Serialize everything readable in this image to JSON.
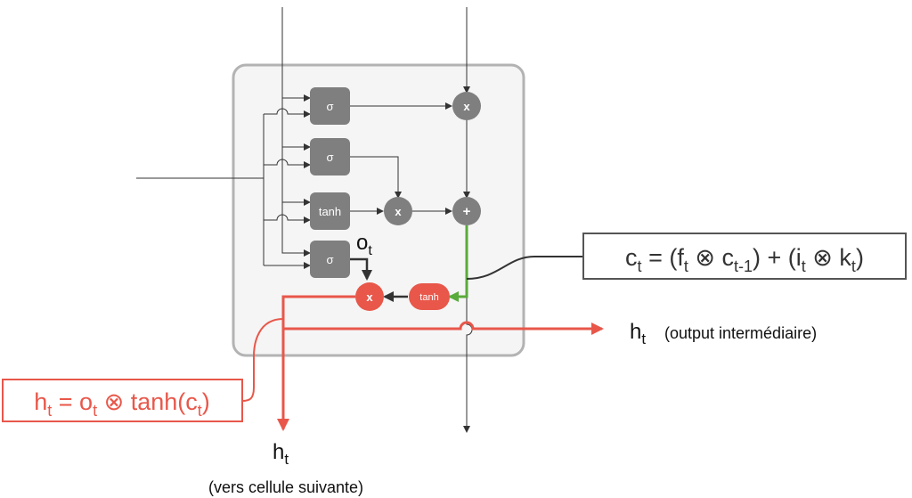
{
  "gates": {
    "forget": "σ",
    "input": "σ",
    "candidate": "tanh",
    "output": "σ"
  },
  "ops": {
    "mult_forget": "x",
    "mult_input": "x",
    "add": "+",
    "mult_output": "x",
    "tanh_cell": "tanh"
  },
  "labels": {
    "o_main": "o",
    "o_sub": "t"
  },
  "cell_state_eq": {
    "c": "c",
    "c_sub": "t",
    "eq": " = (f",
    "f_sub": "t",
    "mid1": " ⊗ c",
    "cprev_sub": "t-1",
    "mid2": ") + (i",
    "i_sub": "t",
    "mid3": " ⊗ k",
    "k_sub": "t",
    "end": ")"
  },
  "hidden_eq": {
    "h": "h",
    "h_sub": "t",
    "eq": " = o",
    "o_sub": "t",
    "mid": " ⊗ tanh(c",
    "c_sub": "t",
    "end": ")"
  },
  "output_right": {
    "h": "h",
    "h_sub": "t",
    "desc": "(output intermédiaire)"
  },
  "output_bottom": {
    "h": "h",
    "h_sub": "t",
    "desc": "(vers cellule suivante)"
  },
  "colors": {
    "gate": "#7f7f7f",
    "red": "#e8574a",
    "green": "#5aab3b",
    "box_bg": "#f5f5f5",
    "box_border": "#b3b3b3"
  }
}
